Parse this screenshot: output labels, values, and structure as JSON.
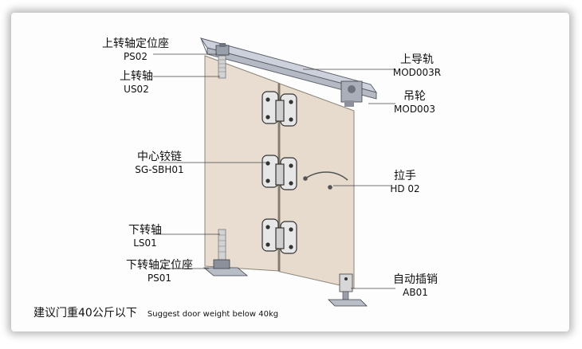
{
  "labels": {
    "upper_pivot_seat": {
      "zh": "上转轴定位座",
      "code": "PS02"
    },
    "upper_pivot": {
      "zh": "上转轴",
      "code": "US02"
    },
    "center_hinge": {
      "zh": "中心铰链",
      "code": "SG-SBH01"
    },
    "lower_pivot": {
      "zh": "下转轴",
      "code": "LS01"
    },
    "lower_pivot_seat": {
      "zh": "下转轴定位座",
      "code": "PS01"
    },
    "upper_track": {
      "zh": "上导轨",
      "code": "MOD003R"
    },
    "hanger_wheel": {
      "zh": "吊轮",
      "code": "MOD003"
    },
    "handle": {
      "zh": "拉手",
      "code": "HD 02"
    },
    "auto_bolt": {
      "zh": "自动插销",
      "code": "AB01"
    }
  },
  "note": {
    "zh": "建议门重40公斤以下",
    "en": "Suggest door weight below 40kg"
  },
  "colors": {
    "door_panel": "#e8ddd0",
    "track": "#cdd1db",
    "leader": "#444444"
  }
}
